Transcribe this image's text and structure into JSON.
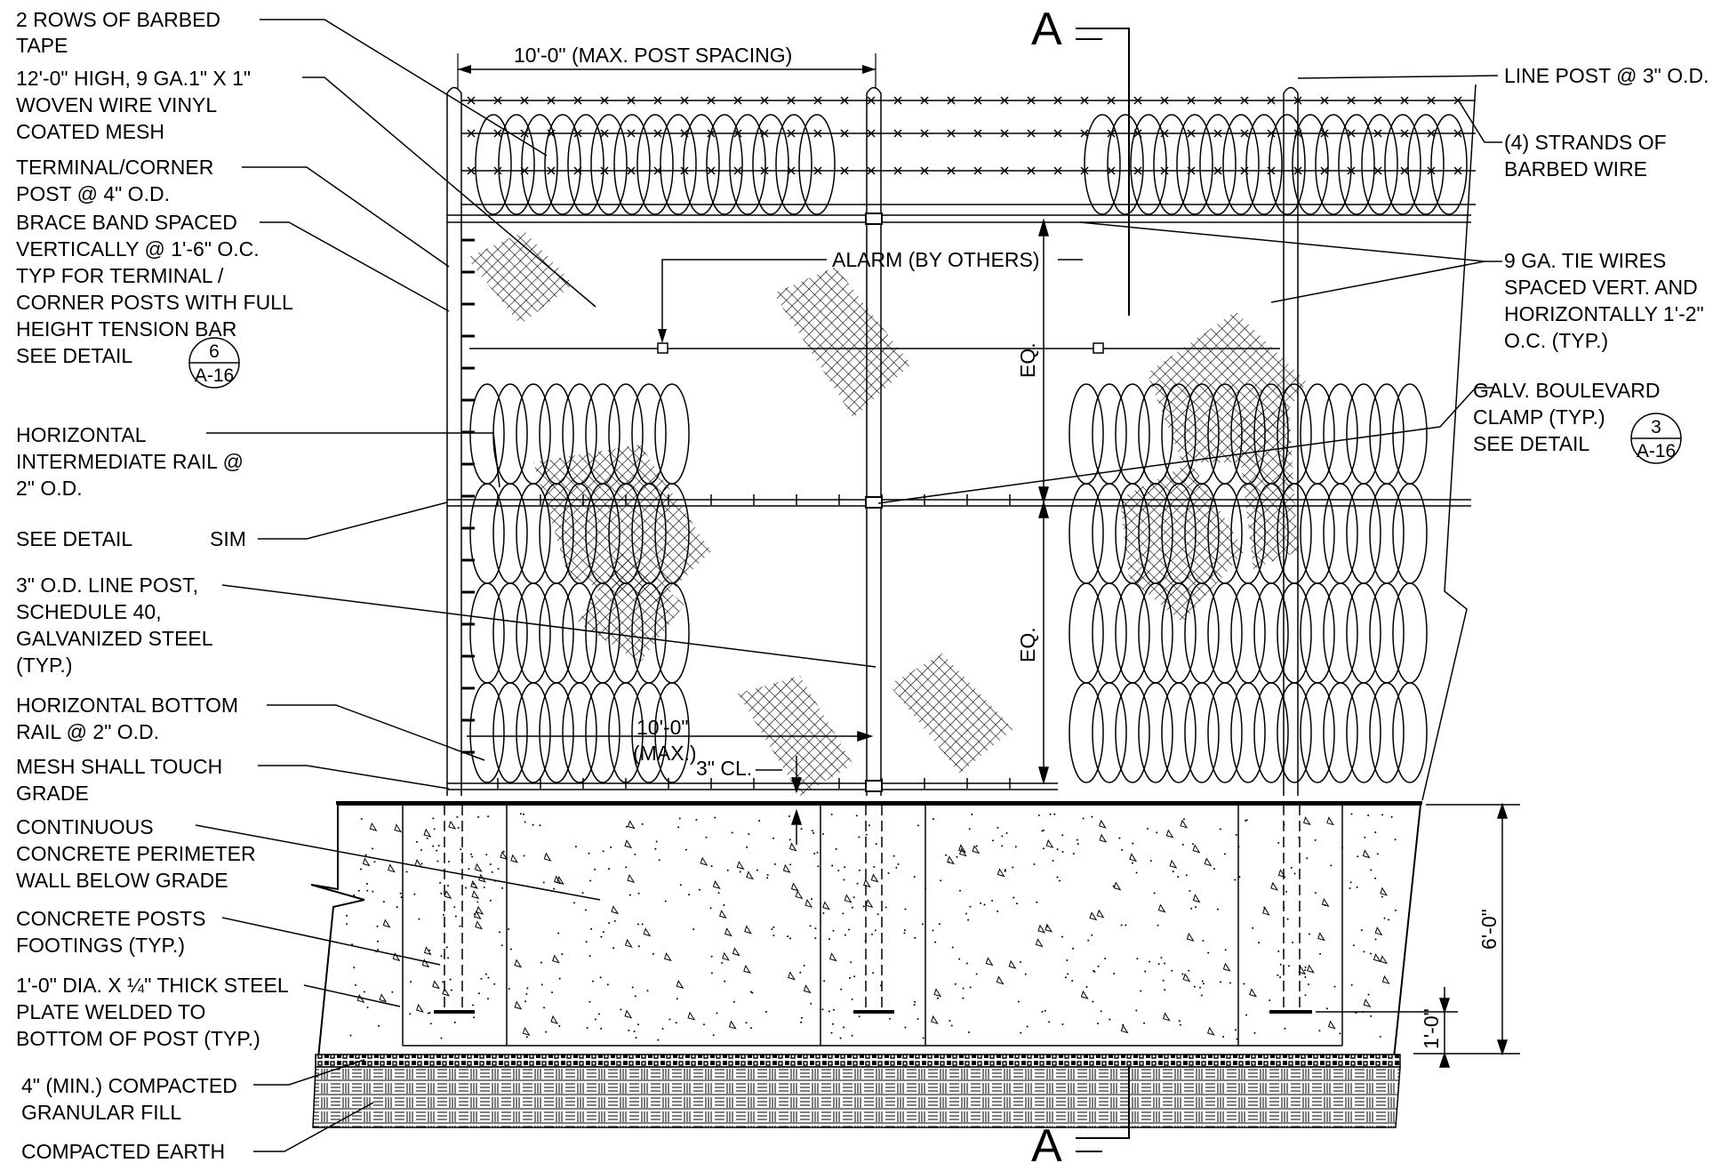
{
  "section_marker": "A",
  "dimensions": {
    "post_spacing": "10'-0\" (MAX. POST SPACING)",
    "eq_upper": "EQ.",
    "eq_lower": "EQ.",
    "inner_span_line1": "10'-0\"",
    "inner_span_line2": "(MAX.)",
    "clearance": "3\" CL.",
    "depth": "6'-0\"",
    "plate_depth": "1'-0\""
  },
  "left_notes": [
    {
      "id": "barbed-tape",
      "lines": [
        "2 ROWS OF BARBED",
        "TAPE"
      ]
    },
    {
      "id": "mesh",
      "lines": [
        "12'-0\" HIGH, 9 GA.1\" X 1\"",
        "WOVEN WIRE VINYL",
        "COATED MESH"
      ]
    },
    {
      "id": "terminal-post",
      "lines": [
        "TERMINAL/CORNER",
        "POST @ 4\" O.D."
      ]
    },
    {
      "id": "brace-band",
      "lines": [
        "BRACE BAND SPACED",
        "VERTICALLY @ 1'-6\" O.C.",
        "TYP FOR TERMINAL /",
        "CORNER POSTS WITH FULL",
        "HEIGHT TENSION BAR",
        "SEE DETAIL"
      ]
    },
    {
      "id": "intermediate-rail",
      "lines": [
        "HORIZONTAL",
        "INTERMEDIATE RAIL @",
        "2\" O.D."
      ]
    },
    {
      "id": "see-detail-sim",
      "lines": [
        "SEE DETAIL",
        "SIM"
      ]
    },
    {
      "id": "line-post",
      "lines": [
        "3\" O.D. LINE POST,",
        "SCHEDULE 40,",
        "GALVANIZED STEEL",
        "(TYP.)"
      ]
    },
    {
      "id": "bottom-rail",
      "lines": [
        "HORIZONTAL BOTTOM",
        "RAIL @ 2\" O.D."
      ]
    },
    {
      "id": "mesh-grade",
      "lines": [
        "MESH SHALL TOUCH",
        "GRADE"
      ]
    },
    {
      "id": "perimeter-wall",
      "lines": [
        "CONTINUOUS",
        "CONCRETE PERIMETER",
        "WALL BELOW GRADE"
      ]
    },
    {
      "id": "post-footings",
      "lines": [
        "CONCRETE POSTS",
        "FOOTINGS (TYP.)"
      ]
    },
    {
      "id": "steel-plate",
      "lines": [
        "1'-0\" DIA. X ¼\" THICK STEEL",
        "PLATE WELDED TO",
        "BOTTOM OF POST (TYP.)"
      ]
    },
    {
      "id": "granular-fill",
      "lines": [
        "4\" (MIN.) COMPACTED",
        "GRANULAR FILL"
      ]
    },
    {
      "id": "earth",
      "lines": [
        "COMPACTED EARTH"
      ]
    }
  ],
  "right_notes": [
    {
      "id": "line-post-od",
      "lines": [
        "LINE POST @ 3\" O.D."
      ]
    },
    {
      "id": "barbed-wire",
      "lines": [
        "(4) STRANDS OF",
        "BARBED WIRE"
      ]
    },
    {
      "id": "tie-wires",
      "lines": [
        "9 GA. TIE WIRES",
        "SPACED VERT. AND",
        "HORIZONTALLY 1'-2\"",
        "O.C. (TYP.)"
      ]
    },
    {
      "id": "boulevard-clamp",
      "lines": [
        "GALV. BOULEVARD",
        "CLAMP (TYP.)",
        "SEE DETAIL"
      ]
    }
  ],
  "alarm_label": "ALARM (BY OTHERS)",
  "detail_refs": [
    {
      "id": "ref-6",
      "number": "6",
      "sheet": "A-16"
    },
    {
      "id": "ref-3",
      "number": "3",
      "sheet": "A-16"
    }
  ]
}
